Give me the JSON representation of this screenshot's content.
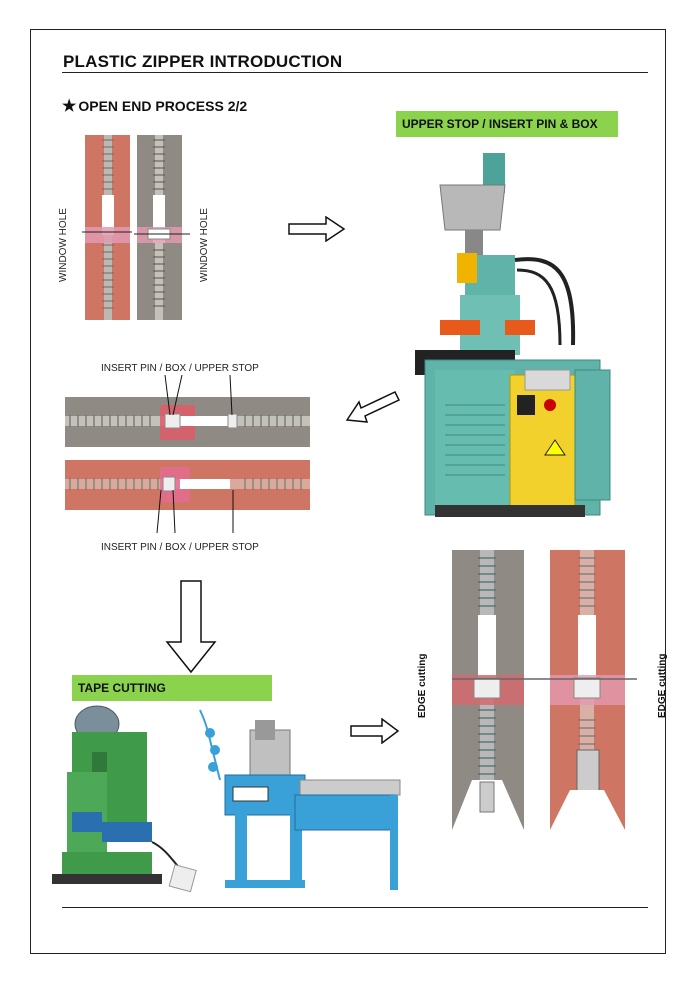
{
  "title": "PLASTIC ZIPPER INTRODUCTION",
  "subtitle": {
    "star": "★",
    "text": "OPEN END PROCESS 2/2"
  },
  "labels": {
    "upper_stop": "UPPER STOP / INSERT PIN & BOX",
    "tape_cutting": "TAPE CUTTING",
    "window_hole_left": "WINDOW HOLE",
    "window_hole_right": "WINDOW HOLE",
    "insert_top": "INSERT PIN / BOX / UPPER STOP",
    "insert_bottom": "INSERT PIN / BOX / UPPER STOP",
    "edge_left": "EDGE cutting",
    "edge_right": "EDGE cutting"
  },
  "colors": {
    "green_label": "#8bd24d",
    "tape_red": "#cf7563",
    "tape_gray": "#8f8a83",
    "machine_teal": "#5fb3a8",
    "machine_yellow": "#f2d12c",
    "machine_green": "#3f9a4a",
    "machine_blue": "#3aa0d8"
  },
  "icons": [
    "arrow-right-icon",
    "arrow-left-icon",
    "arrow-down-icon",
    "arrow-right-icon"
  ]
}
